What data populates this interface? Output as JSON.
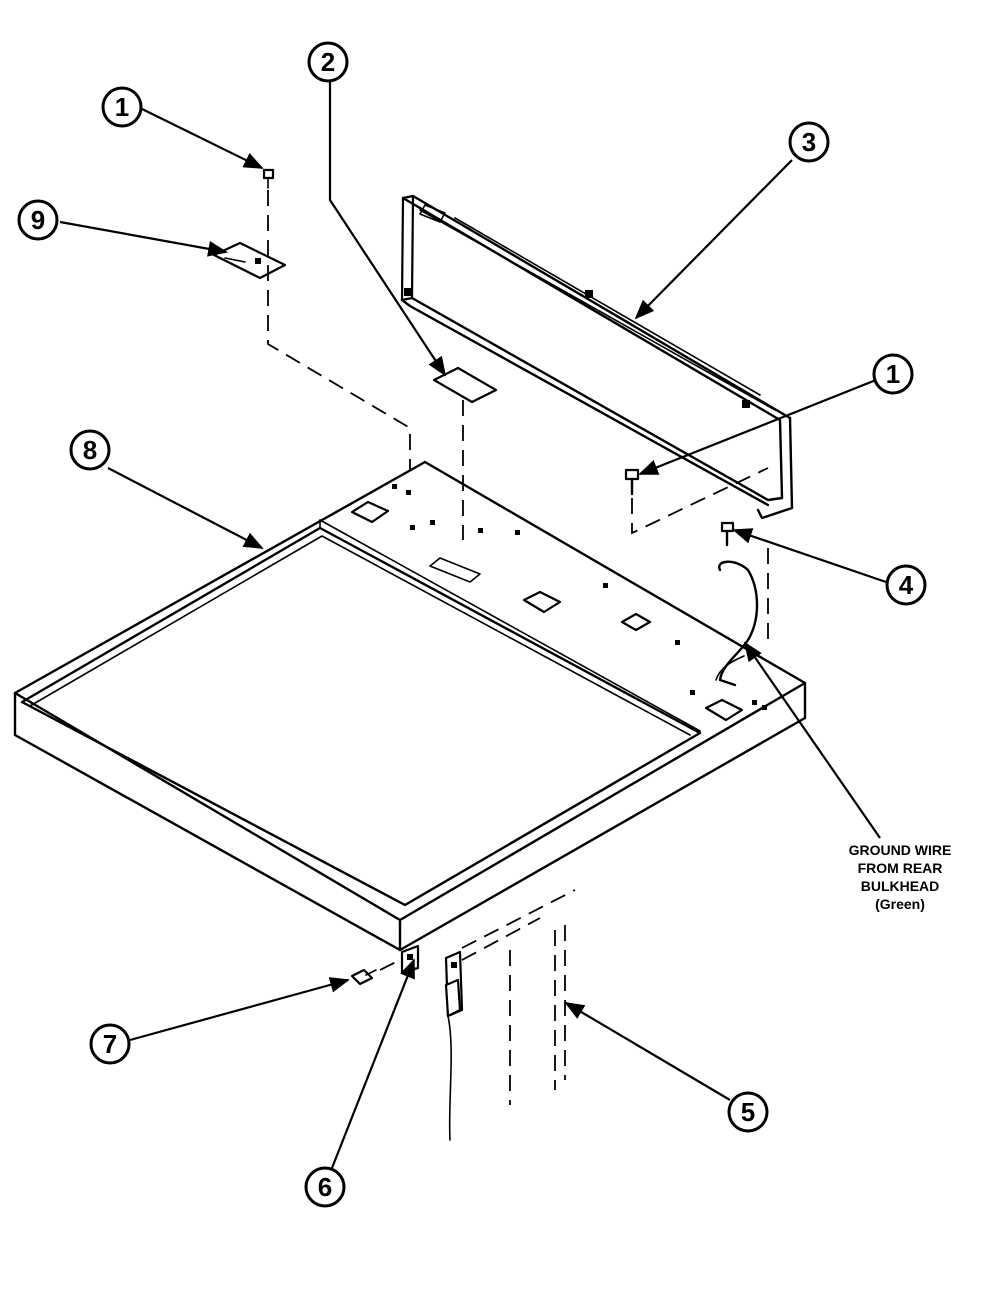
{
  "callouts": {
    "c1a": "1",
    "c1b": "1",
    "c2": "2",
    "c3": "3",
    "c4": "4",
    "c5": "5",
    "c6": "6",
    "c7": "7",
    "c8": "8",
    "c9": "9"
  },
  "ground_wire_note": {
    "line1": "GROUND WIRE",
    "line2": "FROM REAR",
    "line3": "BULKHEAD",
    "line4": "(Green)"
  }
}
